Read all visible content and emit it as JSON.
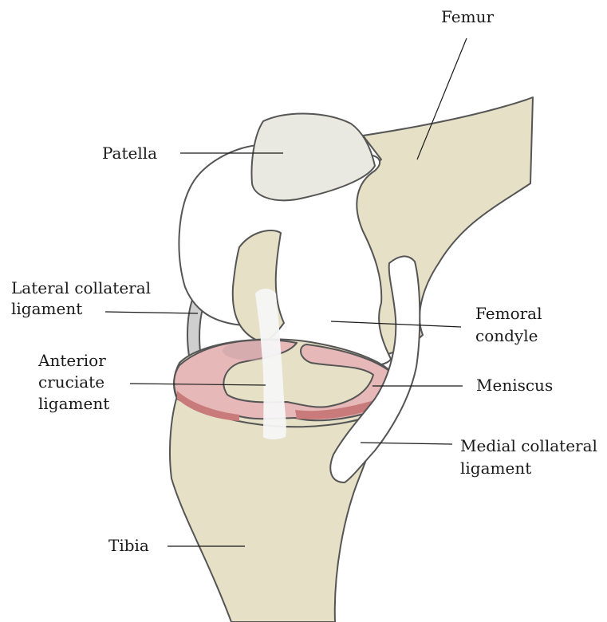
{
  "labels": {
    "femur": "Femur",
    "patella": "Patella",
    "lateral_collateral_ligament": [
      "Lateral collateral",
      "ligament"
    ],
    "femoral_condyle": [
      "Femoral",
      "condyle"
    ],
    "anterior_cruciate_ligament": [
      "Anterior",
      "cruciate",
      "ligament"
    ],
    "meniscus": "Meniscus",
    "medial_collateral_ligament": [
      "Medial collateral",
      "ligament"
    ],
    "tibia": "Tibia"
  },
  "colors": {
    "bone": "#e6e0c6",
    "patella": "#e9e9e1",
    "cartilage": "#ffffff",
    "ligament_gray": "#cfcfcf",
    "meniscus_light": "#e7b8b8",
    "meniscus_dark": "#c97b7b",
    "outline": "#555555"
  }
}
